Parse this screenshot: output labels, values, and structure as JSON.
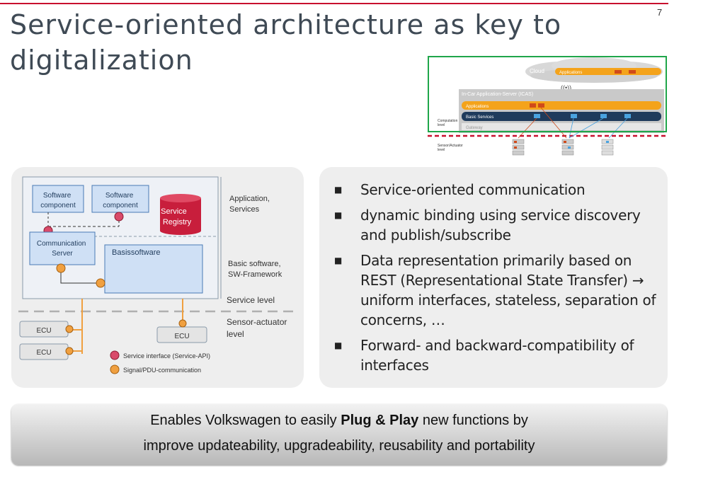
{
  "slide": {
    "title": "Service-oriented architecture as key to digitalization",
    "page_number": "7"
  },
  "icas": {
    "cloud_label": "Cloud",
    "cloud_applications": "Applications",
    "server_title": "In-Car Application-Server (ICAS)",
    "applications": "Applications",
    "basic_services": "Basic Services",
    "gateway": "Gateway",
    "computation_level": [
      "Computation",
      "level"
    ],
    "sensor_actuator_level": [
      "Sensor/Actuator",
      "level"
    ]
  },
  "left_diagram": {
    "software_component_1": [
      "Software",
      "component"
    ],
    "software_component_2": [
      "Software",
      "component"
    ],
    "service_registry": [
      "Service",
      "Registry"
    ],
    "communication_server": [
      "Communication",
      "Server"
    ],
    "basissoftware": "Basissoftware",
    "layer_application": [
      "Application,",
      "Services"
    ],
    "layer_basic_software": [
      "Basic software,",
      "SW-Framework"
    ],
    "service_level": "Service level",
    "sensor_actuator_level": [
      "Sensor-actuator",
      "level"
    ],
    "ecu_1": "ECU",
    "ecu_2": "ECU",
    "ecu_3": "ECU",
    "legend_service_interface": "Service interface (Service-API)",
    "legend_signal": "Signal/PDU-communication",
    "colors": {
      "service_interface": "#d94a6a",
      "signal": "#f0a040",
      "registry": "#c81e3c",
      "box_blue": "#cfe0f5"
    }
  },
  "bullets": [
    "Service-oriented communication",
    "dynamic binding using service discovery and publish/subscribe",
    "Data representation primarily based on REST (Representational State Transfer) → uniform interfaces, stateless, separation of concerns, …",
    "Forward- and backward-compatibility of interfaces"
  ],
  "banner": {
    "line1_prefix": "Enables Volkswagen to easily ",
    "line1_bold": "Plug & Play",
    "line1_suffix": " new functions by",
    "line2": "improve updateability, upgradeability, reusability and portability"
  }
}
